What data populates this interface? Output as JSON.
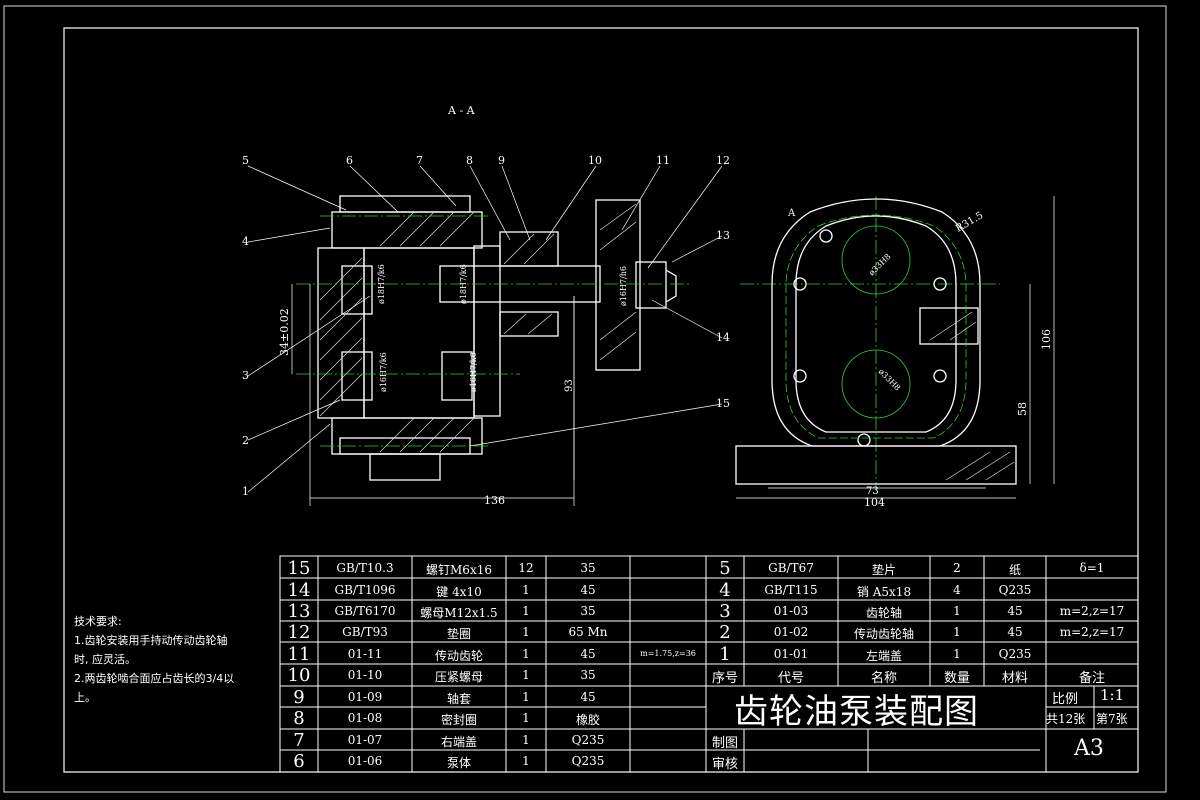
{
  "section_label": "A - A",
  "view_label": "A",
  "balloons_top": [
    "5",
    "6",
    "7",
    "8",
    "9",
    "10",
    "11",
    "12"
  ],
  "balloons_left": [
    "4",
    "3",
    "2",
    "1"
  ],
  "balloons_right": [
    "13",
    "14",
    "15"
  ],
  "dimensions": {
    "width_136": "136",
    "center_34": "34±0.02",
    "height_93": "93",
    "dia_18_a": "ø18H7/k6",
    "dia_18_b": "ø18H7/k6",
    "dia_16_a": "ø16H7/h6",
    "dia_16_b": "ø16H7/k6",
    "dia_16_c": "ø16H7/k6",
    "radius": "R31.5",
    "dia_33_a": "ø33H8",
    "dia_33_b": "ø33H8",
    "height_106": "106",
    "height_58": "58",
    "width_73": "73",
    "width_104": "104"
  },
  "notes": {
    "title": "技术要求:",
    "line1": "1.齿轮安装用手持动传动齿轮轴",
    "line2": "时, 应灵活。",
    "line3": "2.两齿轮啮合面应占齿长的3/4以",
    "line4": "上。"
  },
  "bom_left": [
    {
      "no": "15",
      "code": "GB/T10.3",
      "name": "螺钉M6x16",
      "qty": "12",
      "mat": "35",
      "note": ""
    },
    {
      "no": "14",
      "code": "GB/T1096",
      "name": "键 4x10",
      "qty": "1",
      "mat": "45",
      "note": ""
    },
    {
      "no": "13",
      "code": "GB/T6170",
      "name": "螺母M12x1.5",
      "qty": "1",
      "mat": "35",
      "note": ""
    },
    {
      "no": "12",
      "code": "GB/T93",
      "name": "垫圈",
      "qty": "1",
      "mat": "65 Mn",
      "note": ""
    },
    {
      "no": "11",
      "code": "01-11",
      "name": "传动齿轮",
      "qty": "1",
      "mat": "45",
      "note": "m=1.75,z=36"
    },
    {
      "no": "10",
      "code": "01-10",
      "name": "压紧螺母",
      "qty": "1",
      "mat": "35",
      "note": ""
    },
    {
      "no": "9",
      "code": "01-09",
      "name": "轴套",
      "qty": "1",
      "mat": "45",
      "note": ""
    },
    {
      "no": "8",
      "code": "01-08",
      "name": "密封圈",
      "qty": "1",
      "mat": "橡胶",
      "note": ""
    },
    {
      "no": "7",
      "code": "01-07",
      "name": "右端盖",
      "qty": "1",
      "mat": "Q235",
      "note": ""
    },
    {
      "no": "6",
      "code": "01-06",
      "name": "泵体",
      "qty": "1",
      "mat": "Q235",
      "note": ""
    }
  ],
  "bom_right": [
    {
      "no": "5",
      "code": "GB/T67",
      "name": "垫片",
      "qty": "2",
      "mat": "纸",
      "note": "δ=1"
    },
    {
      "no": "4",
      "code": "GB/T115",
      "name": "销 A5x18",
      "qty": "4",
      "mat": "Q235",
      "note": ""
    },
    {
      "no": "3",
      "code": "01-03",
      "name": "齿轮轴",
      "qty": "1",
      "mat": "45",
      "note": "m=2,z=17"
    },
    {
      "no": "2",
      "code": "01-02",
      "name": "传动齿轮轴",
      "qty": "1",
      "mat": "45",
      "note": "m=2,z=17"
    },
    {
      "no": "1",
      "code": "01-01",
      "name": "左端盖",
      "qty": "1",
      "mat": "Q235",
      "note": ""
    }
  ],
  "bom_header": {
    "no": "序号",
    "code": "代号",
    "name": "名称",
    "qty": "数量",
    "mat": "材料",
    "note": "备注"
  },
  "title_block": {
    "title": "齿轮油泵装配图",
    "scale_label": "比例",
    "scale": "1:1",
    "sheets": "共12张",
    "sheet_no": "第7张",
    "drawn": "制图",
    "checked": "审核",
    "size": "A3"
  }
}
